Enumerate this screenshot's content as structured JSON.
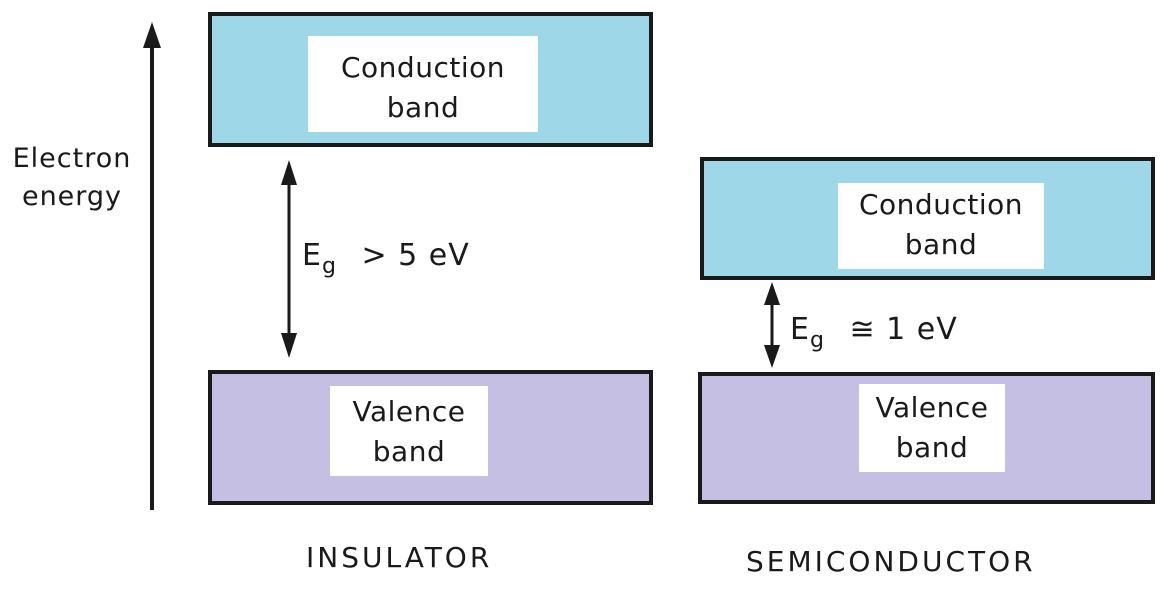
{
  "axis": {
    "label_line1": "Electron",
    "label_line2": "energy"
  },
  "insulator": {
    "caption": "INSULATOR",
    "conduction_label_line1": "Conduction",
    "conduction_label_line2": "band",
    "valence_label_line1": "Valence",
    "valence_label_line2": "band",
    "gap_symbol": "E",
    "gap_subscript": "g",
    "gap_relation": "> 5 eV"
  },
  "semiconductor": {
    "caption": "SEMICONDUCTOR",
    "conduction_label_line1": "Conduction",
    "conduction_label_line2": "band",
    "valence_label_line1": "Valence",
    "valence_label_line2": "band",
    "gap_symbol": "E",
    "gap_subscript": "g",
    "gap_relation": "≅ 1 eV"
  },
  "colors": {
    "conduction_band": "#9ed8e8",
    "valence_band": "#c5bfe4",
    "outline": "#1a1a1a"
  }
}
